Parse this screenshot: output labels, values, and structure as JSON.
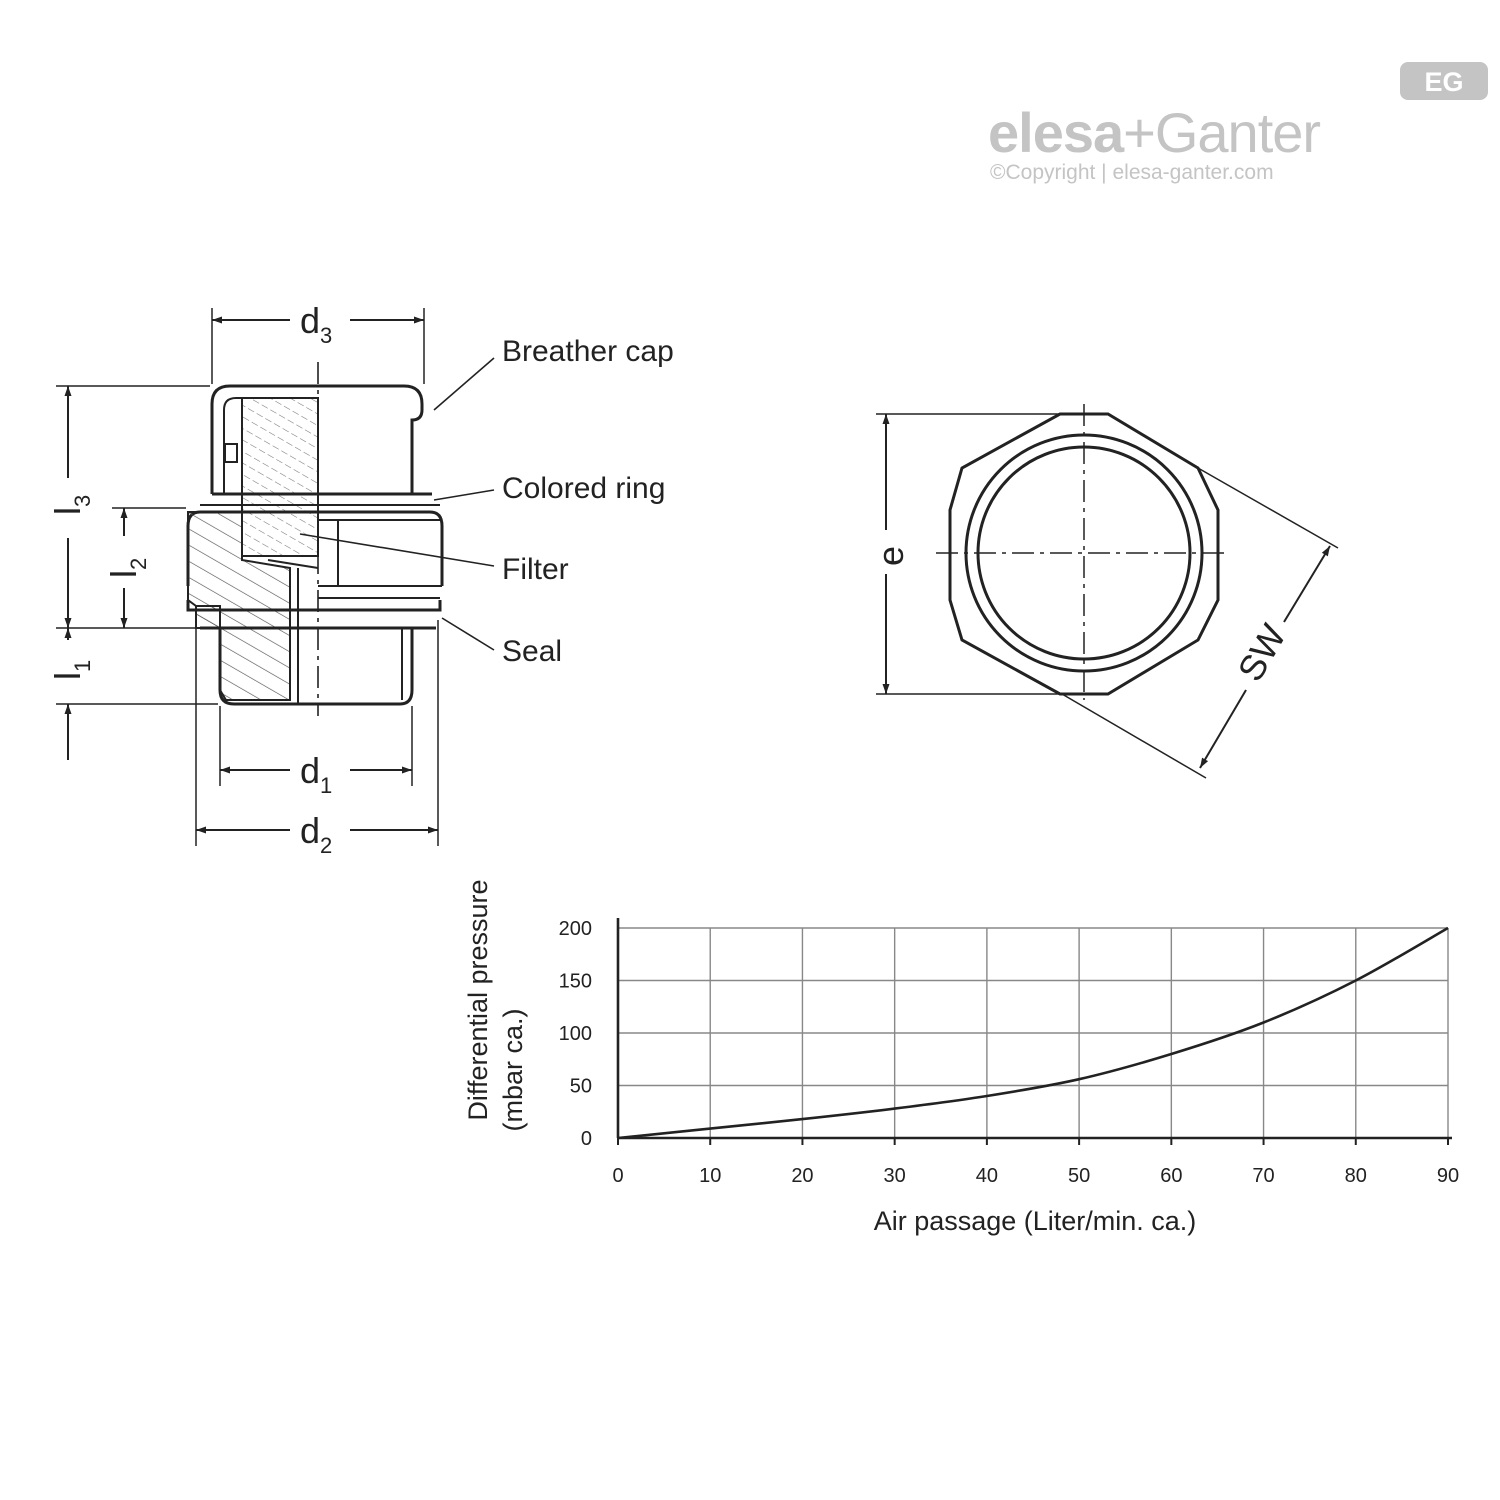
{
  "brand": {
    "badge": "EG",
    "name_left": "elesa",
    "plus": "+",
    "name_right": "Ganter",
    "copyright": "©Copyright | elesa-ganter.com"
  },
  "section_labels": {
    "breather_cap": "Breather cap",
    "colored_ring": "Colored ring",
    "filter": "Filter",
    "seal": "Seal"
  },
  "dimensions": {
    "d3": {
      "main": "d",
      "sub": "3"
    },
    "d1": {
      "main": "d",
      "sub": "1"
    },
    "d2": {
      "main": "d",
      "sub": "2"
    },
    "l1": {
      "main": "l",
      "sub": "1"
    },
    "l2": {
      "main": "l",
      "sub": "2"
    },
    "l3": {
      "main": "l",
      "sub": "3"
    },
    "e": "e",
    "sw": "SW"
  },
  "colors": {
    "line": "#222222",
    "grid": "#888888",
    "logo": "#c4c4c4"
  },
  "chart_data": {
    "type": "line",
    "xlabel": "Air passage (Liter/min. ca.)",
    "ylabel_line1": "Differential pressure",
    "ylabel_line2": "(mbar ca.)",
    "xlim": [
      0,
      90
    ],
    "ylim": [
      0,
      200
    ],
    "x_ticks": [
      "0",
      "10",
      "20",
      "30",
      "40",
      "50",
      "60",
      "70",
      "80",
      "90"
    ],
    "y_ticks": [
      "0",
      "50",
      "100",
      "150",
      "200"
    ],
    "grid": true,
    "series": [
      {
        "x": [
          0,
          10,
          20,
          30,
          40,
          50,
          60,
          70,
          80,
          90
        ],
        "y": [
          0,
          9,
          18,
          28,
          40,
          56,
          80,
          110,
          150,
          200
        ]
      }
    ]
  }
}
